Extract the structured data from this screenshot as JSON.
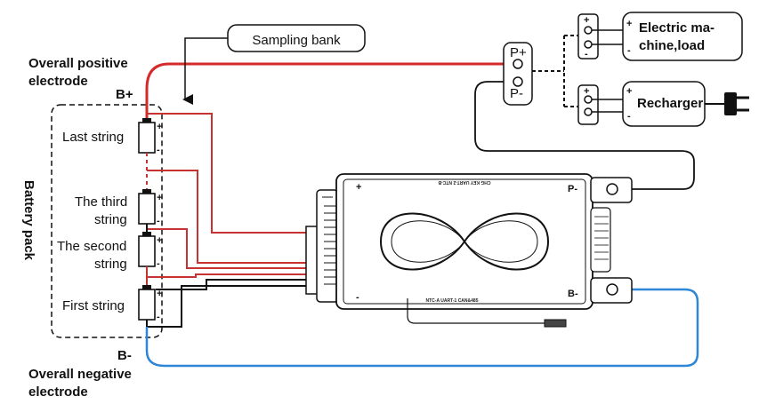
{
  "labels": {
    "sampling_bank": "Sampling bank",
    "overall_positive_1": "Overall positive",
    "overall_positive_2": "electrode",
    "b_plus": "B+",
    "b_minus": "B-",
    "overall_negative_1": "Overall negative",
    "overall_negative_2": "electrode",
    "battery_pack": "Battery pack",
    "last_string": "Last string",
    "third_string_1": "The third",
    "third_string_2": "string",
    "second_string_1": "The second",
    "second_string_2": "string",
    "first_string": "First string",
    "p_plus": "P+",
    "p_minus": "P-",
    "load_1": "Electric ma-",
    "load_2": "chine,load",
    "recharger": "Recharger",
    "bms_p_minus": "P-",
    "bms_b_minus": "B-",
    "bms_plus": "+",
    "bms_minus": "-",
    "bms_top_labels": "CHG  KEY  UART-2  NTC-B",
    "bms_bottom_labels": "NTC-A   UART-1   CAN&485",
    "plus_sign": "+",
    "minus_sign": "-"
  },
  "colors": {
    "positive_wire": "#d42a2a",
    "negative_wire": "#2e86d6",
    "signal_wire": "#111111",
    "balance_wire": "#c73232"
  }
}
